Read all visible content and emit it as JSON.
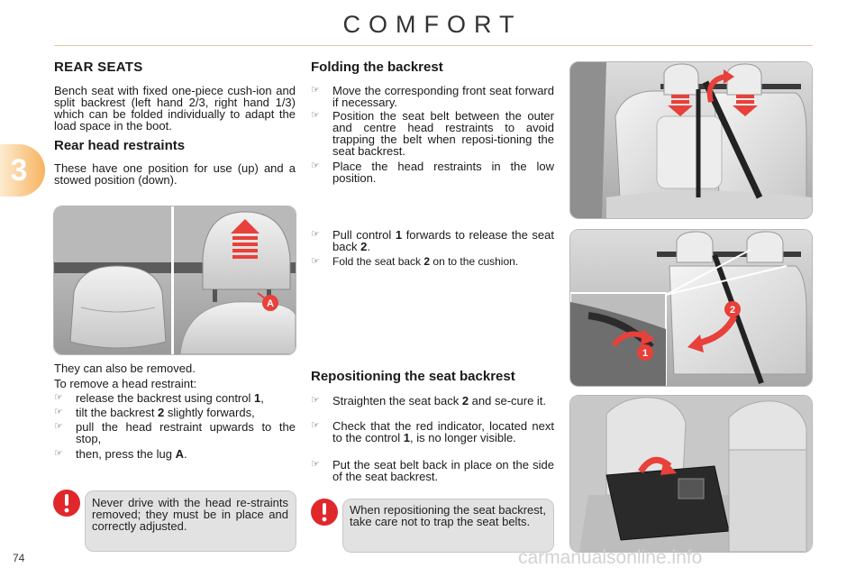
{
  "header": {
    "title": "COMFORT",
    "chapter": "3"
  },
  "left": {
    "heading": "REAR SEATS",
    "intro": "Bench seat with fixed one-piece cush-ion and split backrest (left hand 2/3, right hand 1/3) which can be folded individually to adapt the load space in the boot.",
    "subheading": "Rear head restraints",
    "restraints_text": "These have one position for use (up) and a stowed position (down).",
    "photo_label": "A",
    "removed_text": "They can also be removed.",
    "remove_intro": "To remove a head restraint:",
    "steps": [
      {
        "pre": "release the backrest using control ",
        "bold": "1",
        "post": ","
      },
      {
        "pre": "tilt the backrest ",
        "bold": "2",
        "post": " slightly forwards,"
      },
      {
        "pre": "pull the head restraint upwards to the stop,",
        "bold": "",
        "post": ""
      },
      {
        "pre": "then, press the lug ",
        "bold": "A",
        "post": "."
      }
    ],
    "warning": "Never drive with the head re-straints removed; they must be in place and correctly adjusted."
  },
  "middle": {
    "fold_heading": "Folding the backrest",
    "fold_steps": [
      "Move the corresponding front seat forward if necessary.",
      "Position the seat belt between the outer and centre head restraints to avoid trapping the belt when reposi-tioning the seat backrest.",
      "Place the head restraints in the low position."
    ],
    "pull_steps": [
      {
        "pre": "Pull control ",
        "bold": "1",
        "post": " forwards to release the seat back ",
        "bold2": "2",
        "post2": "."
      },
      {
        "pre": "Fold the seat back ",
        "bold": "2",
        "post": " on to the cushion.",
        "bold2": "",
        "post2": ""
      }
    ],
    "repos_heading": "Repositioning the seat backrest",
    "repos_steps": [
      {
        "pre": "Straighten the seat back ",
        "bold": "2",
        "post": " and se-cure it."
      },
      {
        "pre": "Check that the red indicator, located next to the control ",
        "bold": "1",
        "post": ", is no longer visible."
      },
      {
        "pre": "Put the seat belt back in place on the side of the seat backrest.",
        "bold": "",
        "post": ""
      }
    ],
    "warning": "When repositioning the seat backrest, take care not to trap the seat belts."
  },
  "right": {
    "photo2_labels": [
      "1",
      "2"
    ]
  },
  "footer": {
    "page_number": "74",
    "watermark": "carmanualsonline.info"
  },
  "colors": {
    "accent": "#f0a040",
    "warning_red": "#e0282c",
    "arrow_red": "#e8403a"
  },
  "icons": [
    "bullet-icon",
    "warning-icon",
    "arrow-down-icon",
    "arrow-up-icon",
    "rotate-arrow-icon"
  ]
}
